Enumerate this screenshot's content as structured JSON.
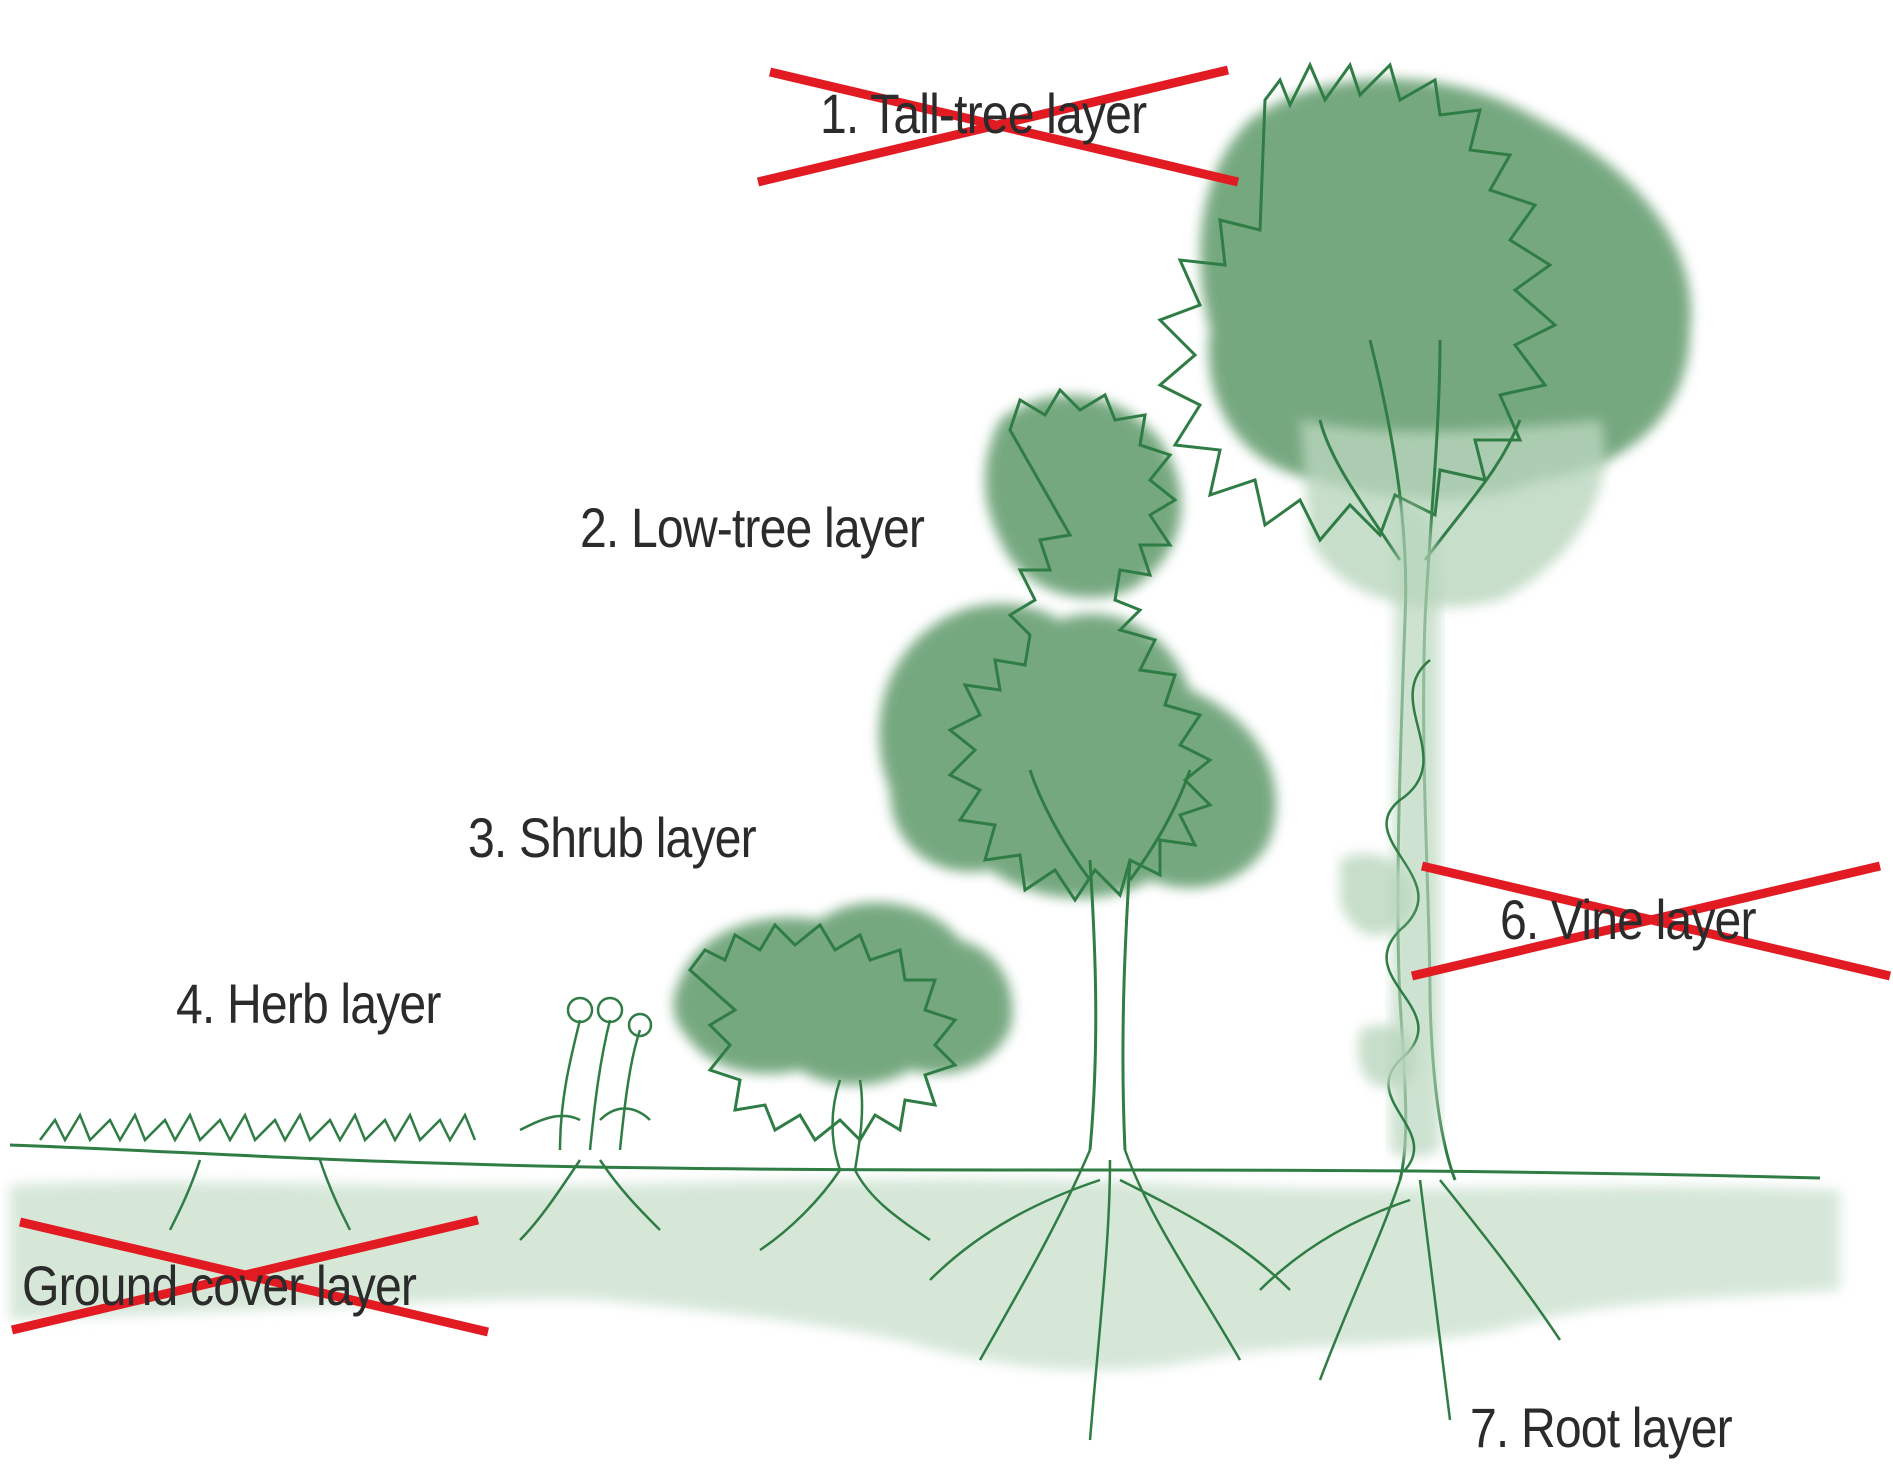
{
  "colors": {
    "ink": "#2f7d45",
    "wash_dark": "#5e9a6a",
    "wash_light": "#b9d6bd",
    "ground_wash": "#cfe3d2",
    "strike": "#e21b23",
    "text": "#2b2b2b",
    "background": "#ffffff"
  },
  "labels": {
    "tall_tree": "1. Tall-tree layer",
    "low_tree": "2. Low-tree layer",
    "shrub": "3. Shrub layer",
    "herb": "4. Herb layer",
    "ground_cover": "Ground cover layer",
    "vine": "6. Vine layer",
    "root": "7. Root layer"
  },
  "struck_out": [
    "tall_tree",
    "vine",
    "ground_cover"
  ]
}
